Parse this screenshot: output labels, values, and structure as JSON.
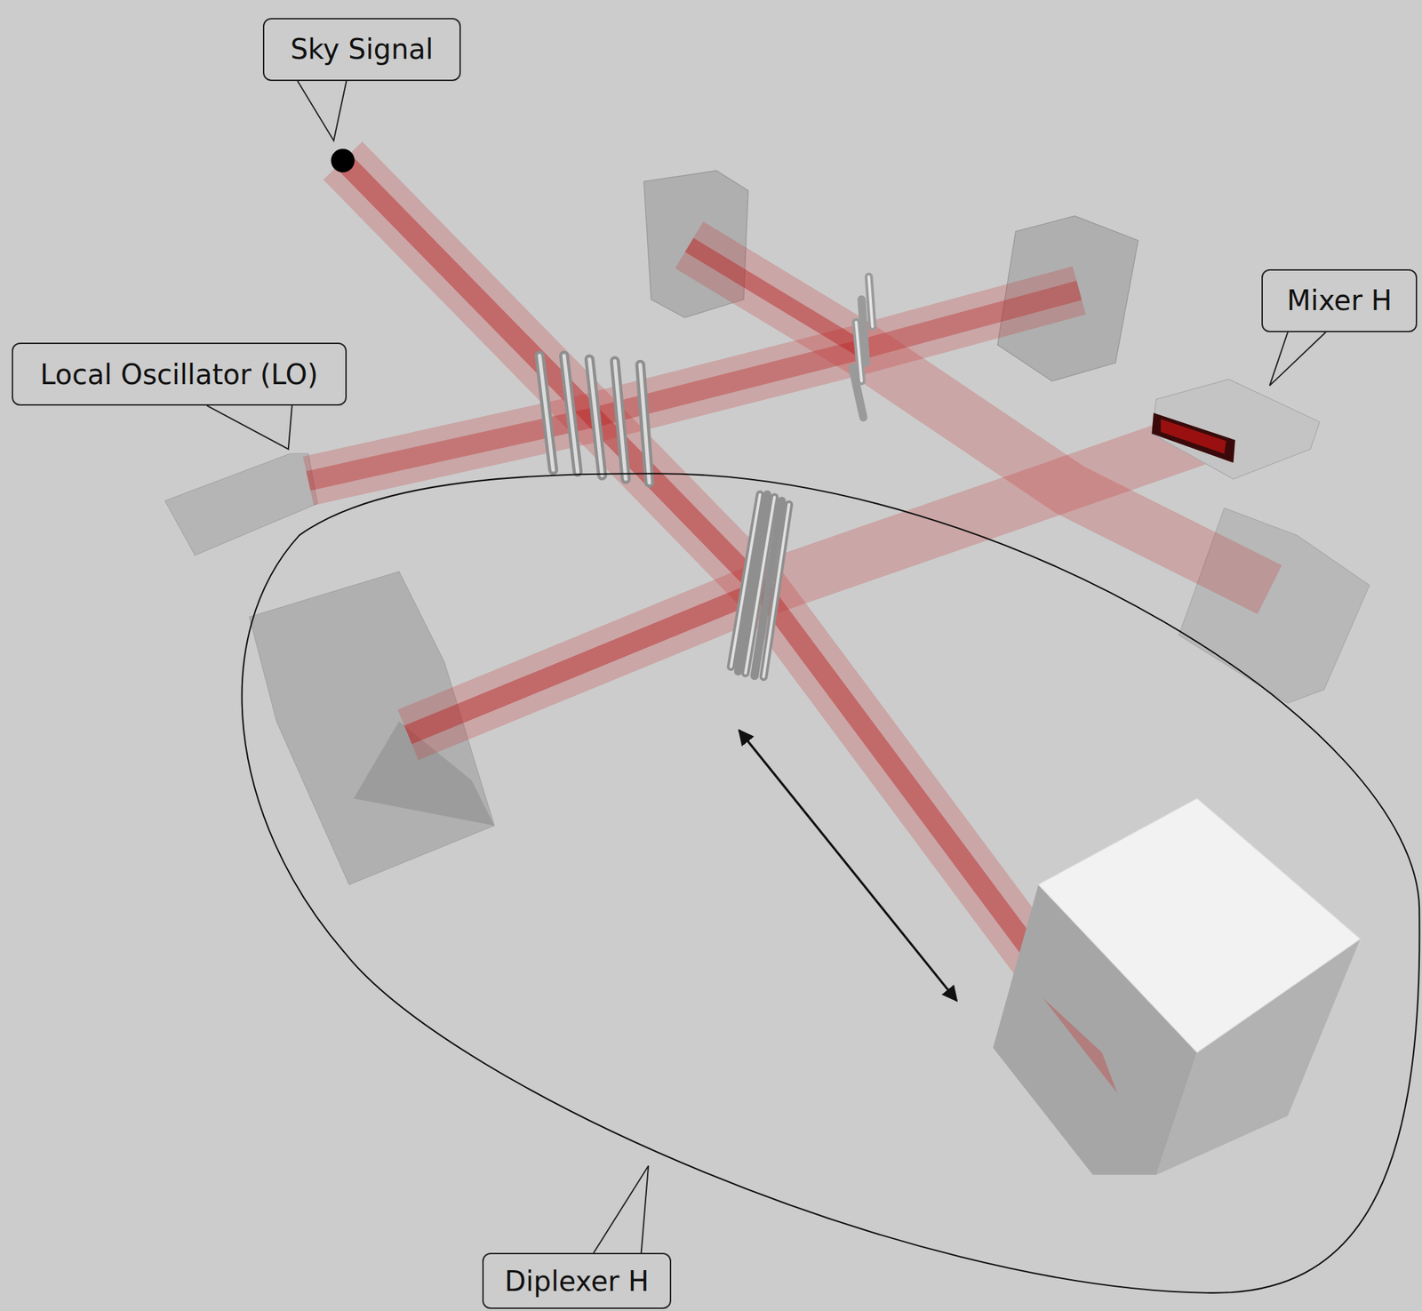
{
  "diagram": {
    "nodes": [
      {
        "text": [
          "Sky Signal"
        ]
      },
      {
        "text": [
          "Local Oscillator (LO)"
        ]
      },
      {
        "text": [
          "Mixer H"
        ]
      },
      {
        "text": [
          "Diplexer H"
        ]
      }
    ]
  }
}
